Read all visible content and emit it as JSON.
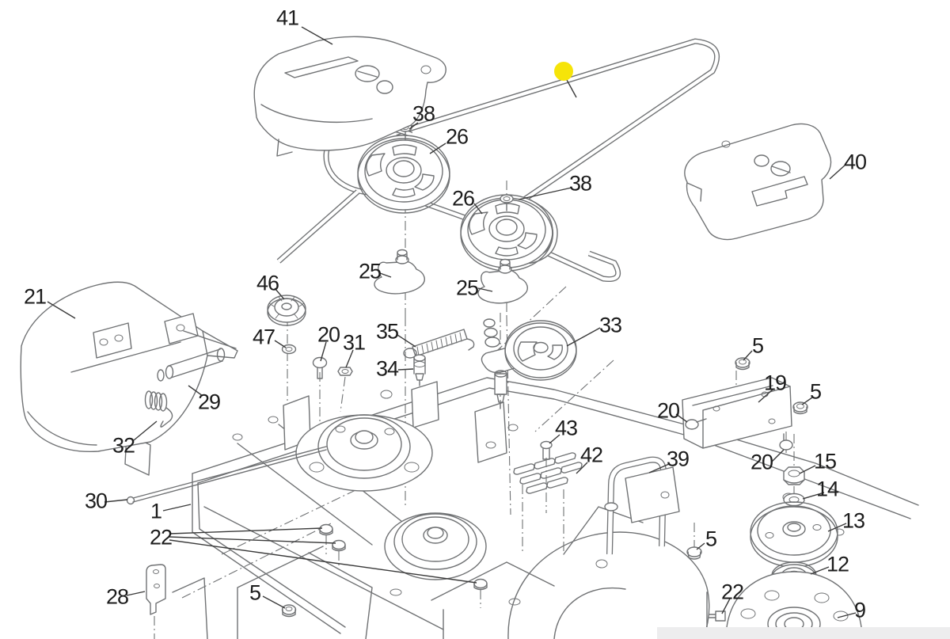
{
  "diagram": {
    "kind": "exploded parts diagram",
    "colors": {
      "background": "#ffffff",
      "line_art": "#707274",
      "label_text": "#1c1c1c",
      "leader_line": "#3a3a3a",
      "highlight": "#f6e409",
      "footer_bar": "#ededee"
    },
    "highlight_marker": "yellow-dot-on-belt"
  },
  "labels": [
    {
      "text": "41"
    },
    {
      "text": "38"
    },
    {
      "text": "26"
    },
    {
      "text": "26"
    },
    {
      "text": "38"
    },
    {
      "text": "40"
    },
    {
      "text": "21"
    },
    {
      "text": "46"
    },
    {
      "text": "25"
    },
    {
      "text": "25"
    },
    {
      "text": "47"
    },
    {
      "text": "20"
    },
    {
      "text": "31"
    },
    {
      "text": "35"
    },
    {
      "text": "34"
    },
    {
      "text": "33"
    },
    {
      "text": "29"
    },
    {
      "text": "32"
    },
    {
      "text": "30"
    },
    {
      "text": "1"
    },
    {
      "text": "22"
    },
    {
      "text": "28"
    },
    {
      "text": "5"
    },
    {
      "text": "43"
    },
    {
      "text": "42"
    },
    {
      "text": "39"
    },
    {
      "text": "5"
    },
    {
      "text": "22"
    },
    {
      "text": "5"
    },
    {
      "text": "19"
    },
    {
      "text": "5"
    },
    {
      "text": "20"
    },
    {
      "text": "20"
    },
    {
      "text": "15"
    },
    {
      "text": "14"
    },
    {
      "text": "13"
    },
    {
      "text": "12"
    },
    {
      "text": "9"
    }
  ]
}
